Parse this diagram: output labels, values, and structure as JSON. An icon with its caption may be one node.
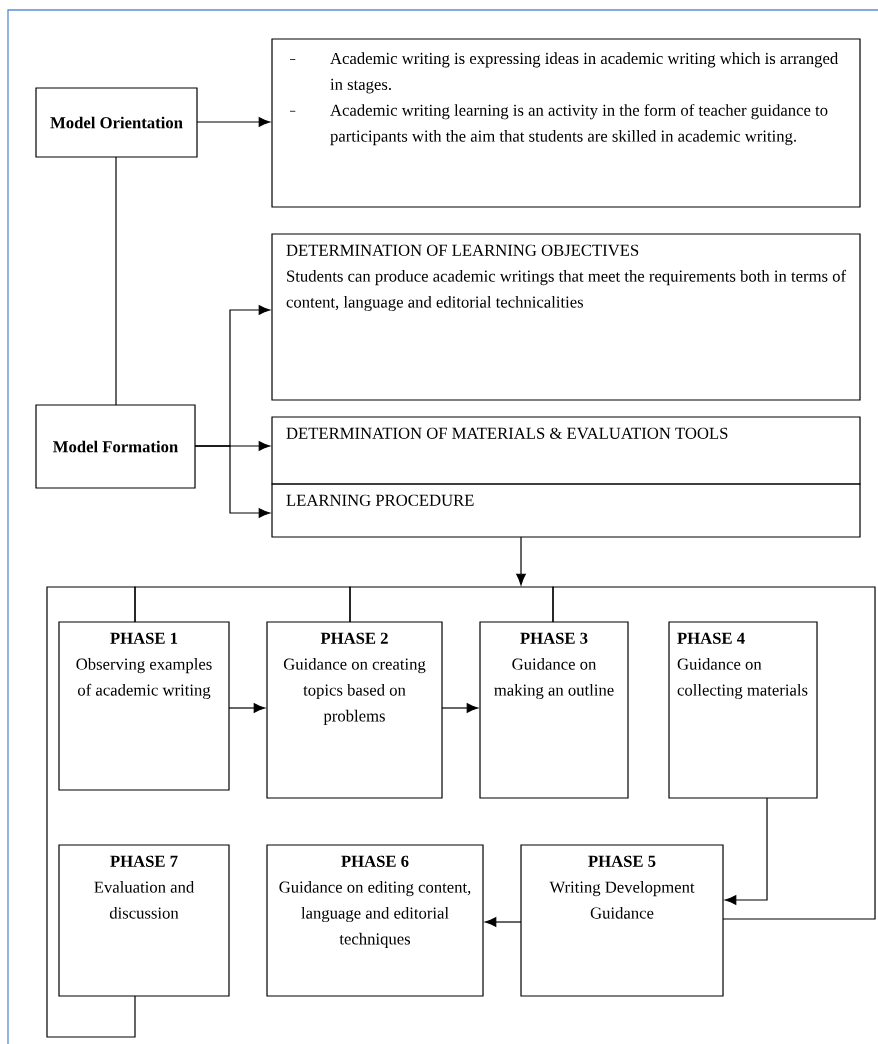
{
  "diagram": {
    "nodes": [
      {
        "text": [
          "Model Orientation"
        ]
      },
      {
        "text": [
          "Academic writing is expressing ideas in academic writing which is arranged in stages.",
          "Academic writing learning is an activity in the form of teacher guidance to participants with the aim that students are skilled in academic writing."
        ]
      },
      {
        "text": [
          "Model Formation"
        ]
      },
      {
        "text": [
          "DETERMINATION OF LEARNING OBJECTIVES",
          "Students can produce academic writings that meet the requirements both in terms of content, language and editorial technicalities"
        ]
      },
      {
        "text": [
          "DETERMINATION OF MATERIALS & EVALUATION TOOLS"
        ]
      },
      {
        "text": [
          "LEARNING PROCEDURE"
        ]
      },
      {
        "text": [
          "PHASE 1",
          "Observing examples of academic writing"
        ]
      },
      {
        "text": [
          "PHASE 2",
          "Guidance on creating topics based on problems"
        ]
      },
      {
        "text": [
          "PHASE 3",
          "Guidance on making an outline"
        ]
      },
      {
        "text": [
          "PHASE 4",
          "Guidance on collecting materials"
        ]
      },
      {
        "text": [
          "PHASE 5",
          "Writing Development Guidance"
        ]
      },
      {
        "text": [
          "PHASE 6",
          "Guidance on editing content, language and editorial techniques"
        ]
      },
      {
        "text": [
          "PHASE 7",
          "Evaluation and discussion"
        ]
      }
    ],
    "edges": [
      {
        "from": 0,
        "to": 1,
        "arrow": "to"
      },
      {
        "from": 0,
        "to": 2,
        "arrow": "none"
      },
      {
        "from": 2,
        "to": 3,
        "arrow": "to"
      },
      {
        "from": 2,
        "to": 4,
        "arrow": "to"
      },
      {
        "from": 2,
        "to": 5,
        "arrow": "to"
      },
      {
        "from": 5,
        "to": null,
        "arrow": "to"
      },
      {
        "from": 6,
        "to": 7,
        "arrow": "to"
      },
      {
        "from": 7,
        "to": 8,
        "arrow": "to"
      },
      {
        "from": 9,
        "to": 10,
        "arrow": "to"
      },
      {
        "from": 10,
        "to": 11,
        "arrow": "to"
      },
      {
        "from": 10,
        "to": 8,
        "arrow": "none"
      },
      {
        "from": 8,
        "to": 7,
        "arrow": "none"
      },
      {
        "from": 7,
        "to": 6,
        "arrow": "none"
      },
      {
        "from": 6,
        "to": 12,
        "arrow": "none"
      }
    ]
  }
}
